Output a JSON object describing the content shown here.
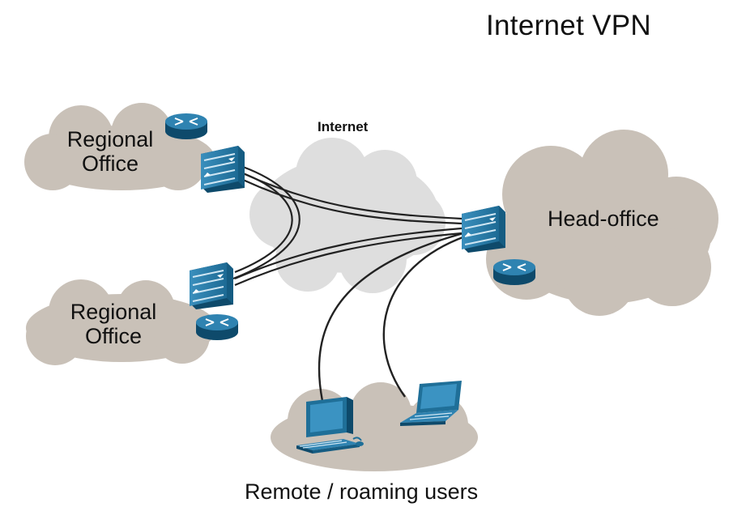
{
  "title": "Internet VPN",
  "labels": {
    "internet": "Internet",
    "regional_office_top_line1": "Regional",
    "regional_office_top_line2": "Office",
    "regional_office_bottom_line1": "Regional",
    "regional_office_bottom_line2": "Office",
    "head_office": "Head-office",
    "remote_users": "Remote / roaming users"
  },
  "colors": {
    "site_cloud": "#c9c1b8",
    "internet_cloud": "#dedede",
    "device_blue": "#1f6f98",
    "device_dark": "#0e4a6b",
    "link": "#222222"
  },
  "nodes": [
    {
      "id": "regional-office-top",
      "kind": "site",
      "devices": [
        "router-icon",
        "firewall-icon"
      ]
    },
    {
      "id": "regional-office-bottom",
      "kind": "site",
      "devices": [
        "firewall-icon",
        "router-icon"
      ]
    },
    {
      "id": "internet",
      "kind": "cloud"
    },
    {
      "id": "head-office",
      "kind": "site",
      "devices": [
        "firewall-icon",
        "router-icon"
      ]
    },
    {
      "id": "remote-users",
      "kind": "site",
      "devices": [
        "desktop-computer-icon",
        "laptop-icon"
      ]
    }
  ],
  "edges": [
    {
      "from": "regional-office-top",
      "to": "regional-office-bottom",
      "style": "tunnel"
    },
    {
      "from": "regional-office-top",
      "to": "head-office",
      "style": "tunnel"
    },
    {
      "from": "regional-office-bottom",
      "to": "head-office",
      "style": "tunnel"
    },
    {
      "from": "remote-users",
      "to": "head-office",
      "style": "single",
      "device": "desktop-computer-icon"
    },
    {
      "from": "remote-users",
      "to": "head-office",
      "style": "single",
      "device": "laptop-icon"
    }
  ]
}
